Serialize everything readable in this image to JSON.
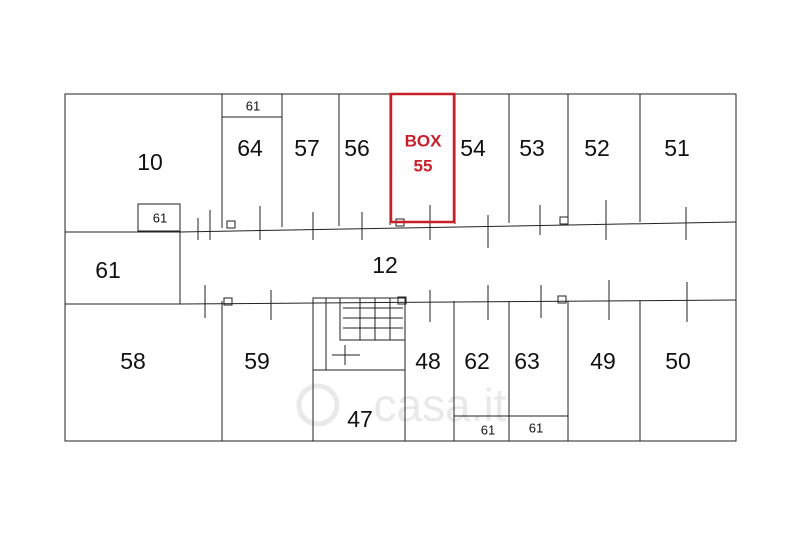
{
  "plan": {
    "watermark": "casa.it",
    "highlight": {
      "line1": "BOX",
      "line2": "55",
      "color": "#c8202a"
    },
    "rooms": {
      "r10": "10",
      "r61_top": "61",
      "r64": "64",
      "r57": "57",
      "r56": "56",
      "r54": "54",
      "r53": "53",
      "r52": "52",
      "r51": "51",
      "r61_small_left": "61",
      "r61_left": "61",
      "r12": "12",
      "r58": "58",
      "r59": "59",
      "r47": "47",
      "r48": "48",
      "r62": "62",
      "r63": "63",
      "r49": "49",
      "r50": "50",
      "r61_bottom_a": "61",
      "r61_bottom_b": "61"
    }
  }
}
